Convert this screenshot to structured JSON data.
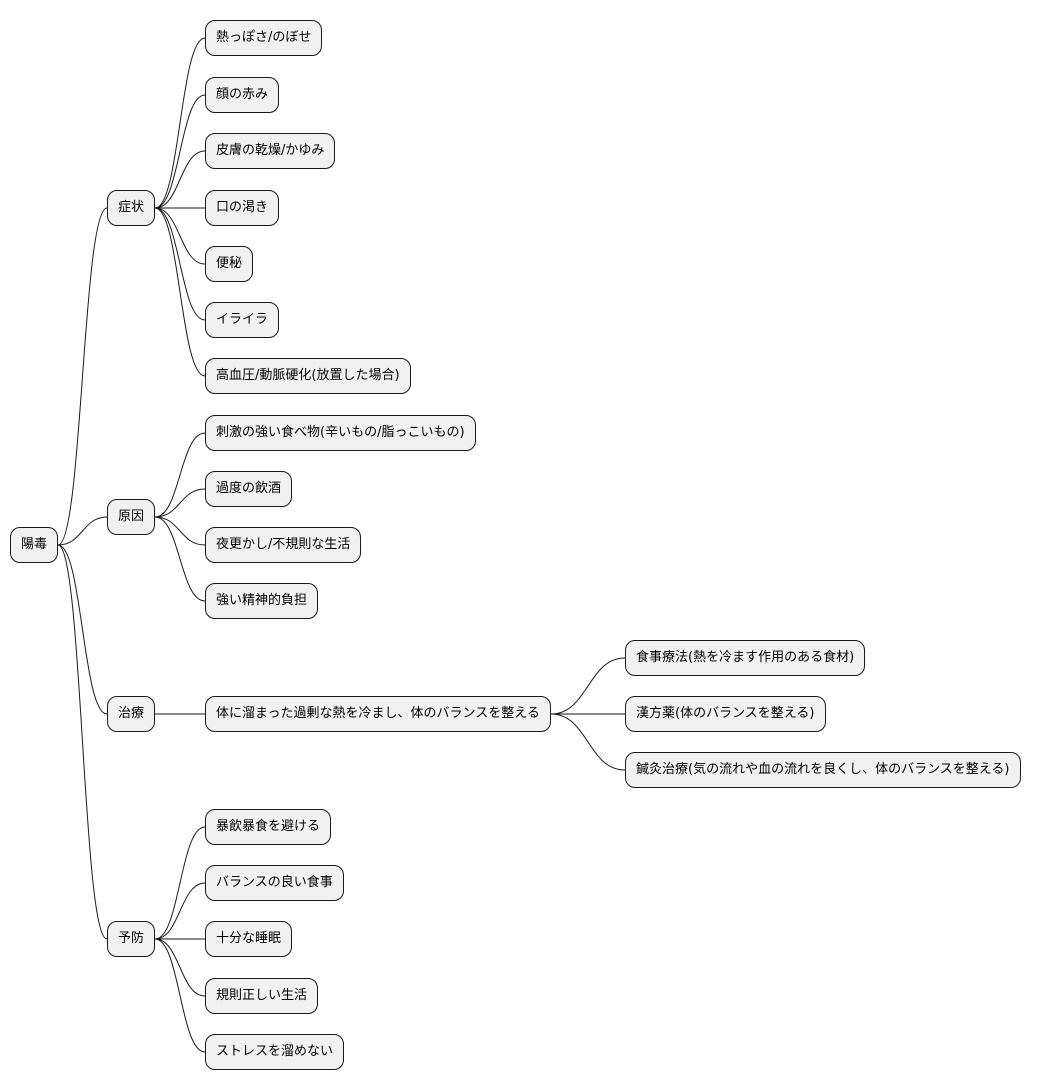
{
  "mindmap": {
    "root": "陽毒",
    "branches": [
      {
        "label": "症状",
        "children": [
          {
            "label": "熱っぽさ/のぼせ"
          },
          {
            "label": "顔の赤み"
          },
          {
            "label": "皮膚の乾燥/かゆみ"
          },
          {
            "label": "口の渇き"
          },
          {
            "label": "便秘"
          },
          {
            "label": "イライラ"
          },
          {
            "label": "高血圧/動脈硬化(放置した場合)"
          }
        ]
      },
      {
        "label": "原因",
        "children": [
          {
            "label": "刺激の強い食べ物(辛いもの/脂っこいもの)"
          },
          {
            "label": "過度の飲酒"
          },
          {
            "label": "夜更かし/不規則な生活"
          },
          {
            "label": "強い精神的負担"
          }
        ]
      },
      {
        "label": "治療",
        "children": [
          {
            "label": "体に溜まった過剰な熱を冷まし、体のバランスを整える",
            "children": [
              {
                "label": "食事療法(熱を冷ます作用のある食材)"
              },
              {
                "label": "漢方薬(体のバランスを整える)"
              },
              {
                "label": "鍼灸治療(気の流れや血の流れを良くし、体のバランスを整える)"
              }
            ]
          }
        ]
      },
      {
        "label": "予防",
        "children": [
          {
            "label": "暴飲暴食を避ける"
          },
          {
            "label": "バランスの良い食事"
          },
          {
            "label": "十分な睡眠"
          },
          {
            "label": "規則正しい生活"
          },
          {
            "label": "ストレスを溜めない"
          }
        ]
      }
    ]
  }
}
